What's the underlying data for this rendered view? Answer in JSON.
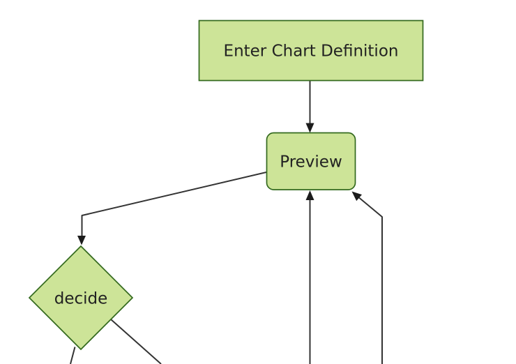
{
  "diagram": {
    "type": "flowchart",
    "direction": "top-down",
    "nodes": [
      {
        "id": "enter-chart-definition",
        "label": "Enter Chart Definition",
        "shape": "rectangle"
      },
      {
        "id": "preview",
        "label": "Preview",
        "shape": "rounded-rectangle"
      },
      {
        "id": "decide",
        "label": "decide",
        "shape": "diamond"
      }
    ],
    "edges": [
      {
        "from": "enter-chart-definition",
        "to": "preview",
        "arrowhead": true
      },
      {
        "from": "preview",
        "to": "decide",
        "arrowhead": true
      },
      {
        "from": "offscreen-bottom-center",
        "to": "preview",
        "arrowhead": true
      },
      {
        "from": "offscreen-bottom-right",
        "to": "preview",
        "arrowhead": true
      },
      {
        "from": "decide",
        "to": "offscreen-bottom-left",
        "arrowhead": false
      },
      {
        "from": "decide",
        "to": "offscreen-bottom-right",
        "arrowhead": false
      }
    ],
    "colors": {
      "background": "#ffffff",
      "node_fill": "#cde498",
      "node_border": "#33691e",
      "edge_line": "#333333",
      "arrowhead": "#1c1c1c",
      "label_text": "#222222"
    }
  }
}
